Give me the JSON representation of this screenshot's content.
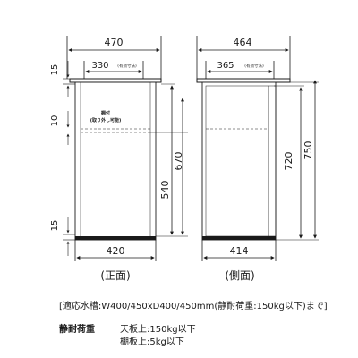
{
  "front_view": {
    "width_outer": "470",
    "width_inner": "330",
    "width_inner_note": "(有効寸法)",
    "width_base": "420",
    "height_top_board": "15",
    "height_shelf": "10",
    "height_bottom": "15",
    "height_inner": "540",
    "height_total": "670",
    "shelf_label_1": "棚付",
    "shelf_label_2": "(取り外し可能)",
    "caption": "(正面)"
  },
  "side_view": {
    "width_outer": "464",
    "width_inner": "365",
    "width_inner_note": "(有効寸法)",
    "width_base": "414",
    "height_inner": "720",
    "height_total": "750",
    "caption": "(側面)"
  },
  "specs": {
    "compat_line": "[適応水槽:W400/450xD400/450mm(静耐荷重:150kg以下)まで]",
    "load_label": "静耐荷重",
    "top_load": "天板上:150kg以下",
    "shelf_load": "棚板上:5kg以下"
  }
}
